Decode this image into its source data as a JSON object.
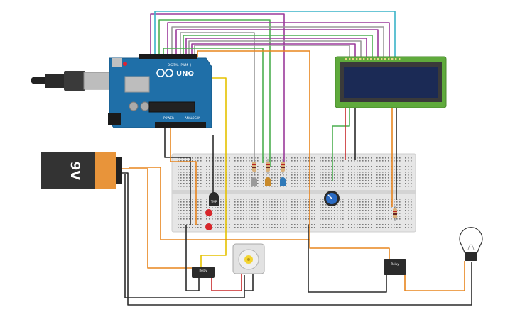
{
  "arduino": {
    "brand": "UNO",
    "digital_label": "DIGITAL (PWM~)",
    "power_label": "POWER",
    "analog_label": "ANALOG IN"
  },
  "battery": {
    "label": "9V"
  },
  "temp_sensor": {
    "label": "TMP"
  },
  "relay": {
    "label": "Relay"
  },
  "colors": {
    "board": "#1f6fa8",
    "breadboard": "#e6e6e6",
    "lcd_pcb": "#5faa3c",
    "lcd_screen": "#1b2a55",
    "wire_black": "#2b2b2b",
    "wire_orange": "#e8851e",
    "wire_red": "#c8282a",
    "wire_yellow": "#e5c200",
    "wire_green": "#4caf50",
    "wire_purple": "#9b3a9b",
    "wire_gray": "#9a9a9a",
    "wire_cyan": "#3ab4c8"
  }
}
